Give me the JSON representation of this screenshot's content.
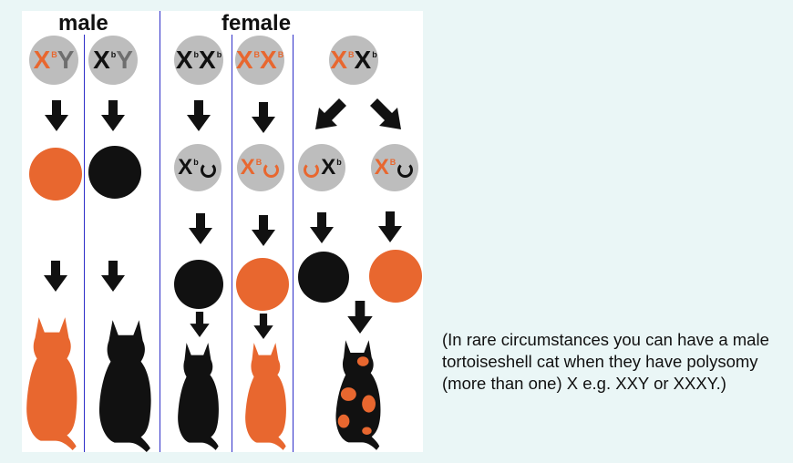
{
  "headings": {
    "male": "male",
    "female": "female"
  },
  "note": "(In rare circumstances you can have a male tortoiseshell cat when they have polysomy (more than one) X e.g. XXY or XXXY.)",
  "colors": {
    "orange": "#e8672f",
    "black": "#111111",
    "chromosome_grey": "#bdbdbd",
    "grey_text": "#6e6e6e",
    "divider": "#2e2ec8",
    "background": "#eaf6f6"
  },
  "chromosomes": {
    "col1": {
      "a": "X",
      "a_sup": "B",
      "b": "Y"
    },
    "col2": {
      "a": "X",
      "a_sup": "b",
      "b": "Y"
    },
    "col3": {
      "a": "X",
      "a_sup": "b",
      "b": "X",
      "b_sup": "b"
    },
    "col4": {
      "a": "X",
      "a_sup": "B",
      "b": "X",
      "b_sup": "B"
    },
    "col5": {
      "a": "X",
      "a_sup": "B",
      "b": "X",
      "b_sup": "b"
    },
    "inact3": {
      "a": "X",
      "a_sup": "b"
    },
    "inact4": {
      "a": "X",
      "a_sup": "B"
    },
    "inact5a": {
      "b": "X",
      "b_sup": "b"
    },
    "inact5b": {
      "a": "X",
      "a_sup": "B"
    }
  },
  "icons": [
    "down-arrow-icon",
    "diagonal-arrow-icon",
    "cat-silhouette-icon",
    "inactivated-x-ring-icon"
  ]
}
